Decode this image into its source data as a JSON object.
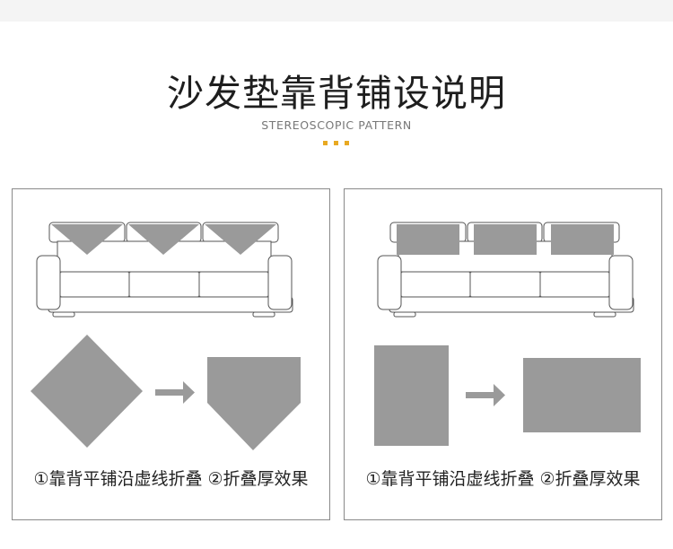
{
  "header": {
    "title": "沙发垫靠背铺设说明",
    "subtitle": "STEREOSCOPIC PATTERN",
    "accent_color": "#e8a922"
  },
  "panels": [
    {
      "caption": "①靠背平铺沿虚线折叠 ②折叠厚效果",
      "shape_color": "#9a9a9a",
      "method": "triangle-fold"
    },
    {
      "caption": "①靠背平铺沿虚线折叠 ②折叠厚效果",
      "shape_color": "#9a9a9a",
      "method": "rectangle-fold"
    }
  ],
  "icons": {
    "arrow": "right-arrow-icon",
    "sofa": "sofa-icon"
  }
}
